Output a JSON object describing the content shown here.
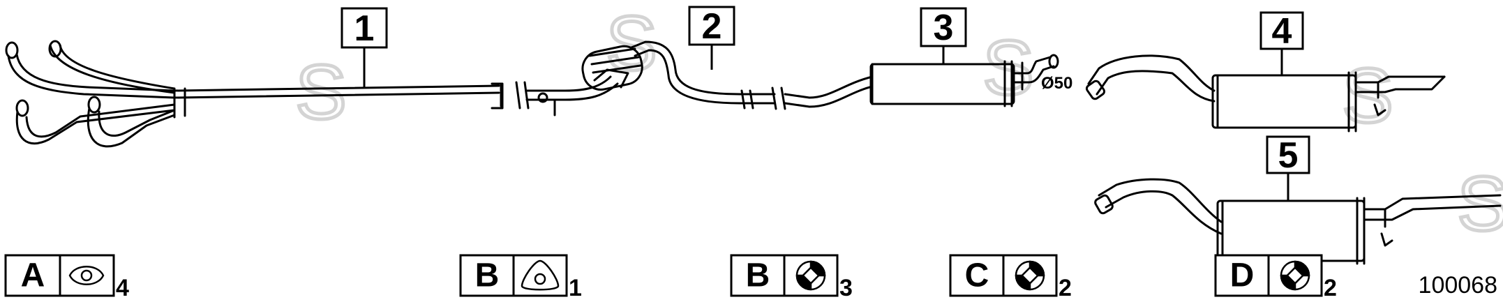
{
  "callouts": [
    {
      "num": "1"
    },
    {
      "num": "2"
    },
    {
      "num": "3"
    },
    {
      "num": "4"
    },
    {
      "num": "5"
    }
  ],
  "diameter_label": "Ø50",
  "legend": [
    {
      "letter": "A",
      "icon": "gasket-icon",
      "qty": "4"
    },
    {
      "letter": "B",
      "icon": "triangle-flange-gasket-icon",
      "qty": "1"
    },
    {
      "letter": "B",
      "icon": "rubber-mount-icon",
      "qty": "3"
    },
    {
      "letter": "C",
      "icon": "rubber-mount-icon",
      "qty": "2"
    },
    {
      "letter": "D",
      "icon": "rubber-mount-icon",
      "qty": "2"
    }
  ],
  "watermark_letter": "S",
  "doc_number": "100068"
}
